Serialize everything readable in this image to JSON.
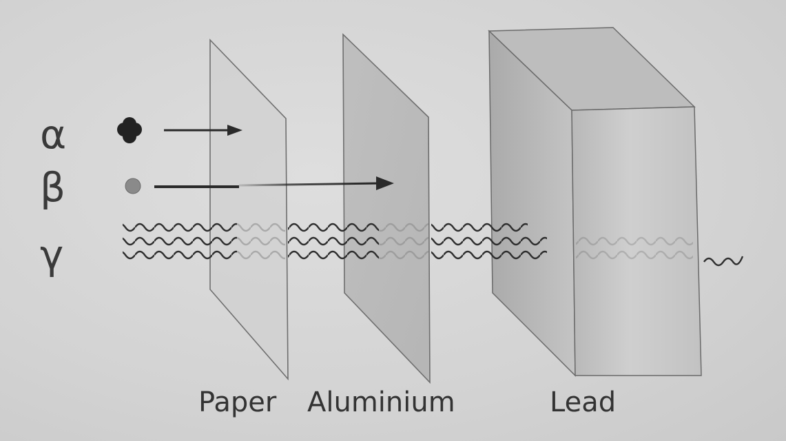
{
  "diagram": {
    "rays": [
      {
        "symbol": "α"
      },
      {
        "symbol": "β"
      },
      {
        "symbol": "γ"
      }
    ],
    "materials": [
      {
        "label": "Paper"
      },
      {
        "label": "Aluminium"
      },
      {
        "label": "Lead"
      }
    ],
    "colors": {
      "background": "#d6d6d6",
      "ink": "#333333",
      "paper_sheet": "#d2d2d2",
      "aluminium_sheet": "#b9b9b9",
      "lead_front": "#c4c4c4",
      "lead_side": "#b6b6b6",
      "lead_top": "#bdbdbd"
    }
  }
}
